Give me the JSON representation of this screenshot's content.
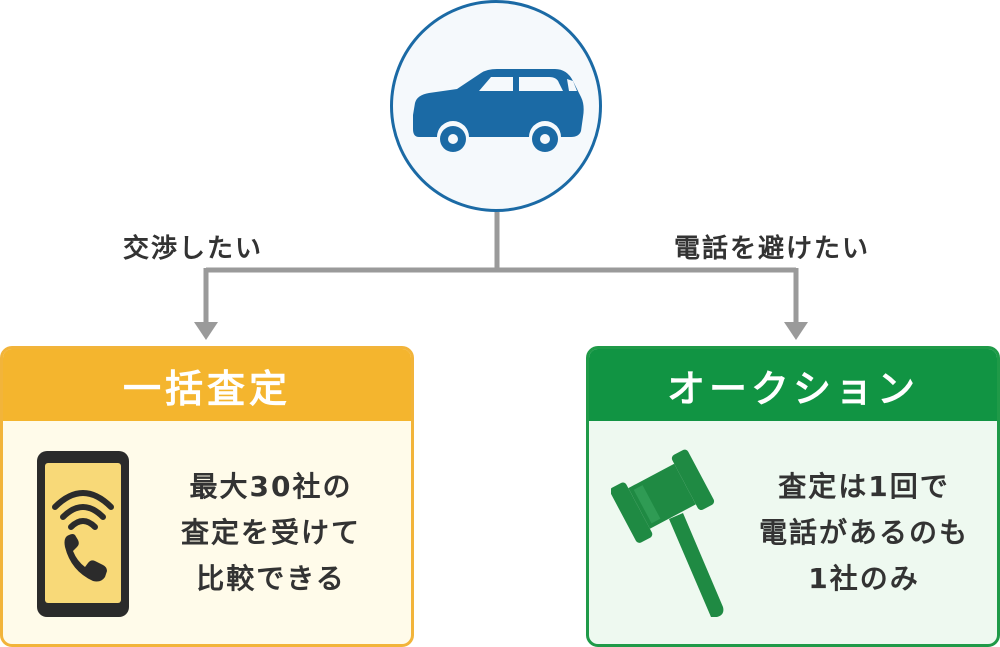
{
  "branches": {
    "left_label": "交渉したい",
    "right_label": "電話を避けたい"
  },
  "boxes": {
    "left": {
      "title": "一括査定",
      "lines": [
        "最大30社の",
        "査定を受けて",
        "比較できる"
      ],
      "icon": "smartphone-call-icon"
    },
    "right": {
      "title": "オークション",
      "lines": [
        "査定は1回で",
        "電話があるのも",
        "1社のみ"
      ],
      "icon": "gavel-icon"
    }
  },
  "colors": {
    "car_blue": "#1b6aa5",
    "left_accent": "#f4b52e",
    "right_accent": "#119443",
    "connector": "#9a9a9a"
  },
  "top_icon": "car-icon"
}
